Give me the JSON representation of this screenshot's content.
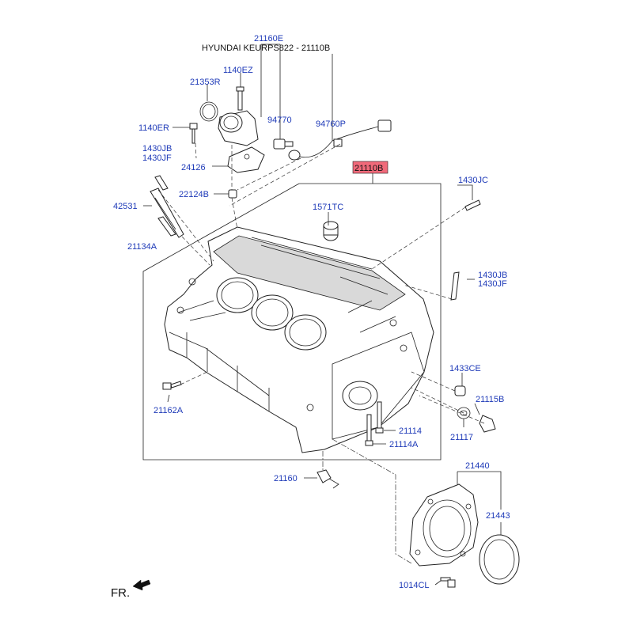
{
  "header": {
    "model_label": "HYUNDAI KEURPS822 - 21110B"
  },
  "direction_label": "FR.",
  "highlight_color": "#f06a7a",
  "label_color": "#1e3ab8",
  "callouts": {
    "c21160E": "21160E",
    "c1140EZ": "1140EZ",
    "c21353R": "21353R",
    "c1140ER": "1140ER",
    "c94770": "94770",
    "c94760P": "94760P",
    "c1430JB_top": "1430JB",
    "c1430JF_top": "1430JF",
    "c24126": "24126",
    "c21110B": "21110B",
    "c22124B": "22124B",
    "c1430JC": "1430JC",
    "c42531": "42531",
    "c1571TC": "1571TC",
    "c21134A": "21134A",
    "c1430JB_right": "1430JB",
    "c1430JF_right": "1430JF",
    "c1433CE": "1433CE",
    "c21115B": "21115B",
    "c21162A": "21162A",
    "c21117": "21117",
    "c21114": "21114",
    "c21114A": "21114A",
    "c21440": "21440",
    "c21160": "21160",
    "c21443": "21443",
    "c1014CL": "1014CL"
  }
}
